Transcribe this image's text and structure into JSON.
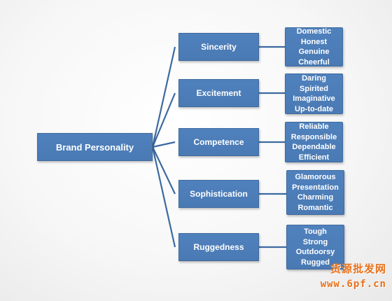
{
  "root": {
    "label": "Brand Personality"
  },
  "dimensions": [
    {
      "label": "Sincerity",
      "traits": [
        "Domestic",
        "Honest",
        "Genuine",
        "Cheerful"
      ]
    },
    {
      "label": "Excitement",
      "traits": [
        "Daring",
        "Spirited",
        "Imaginative",
        "Up-to-date"
      ]
    },
    {
      "label": "Competence",
      "traits": [
        "Reliable",
        "Responsible",
        "Dependable",
        "Efficient"
      ]
    },
    {
      "label": "Sophistication",
      "traits": [
        "Glamorous",
        "Presentation",
        "Charming",
        "Romantic"
      ]
    },
    {
      "label": "Ruggedness",
      "traits": [
        "Tough",
        "Strong",
        "Outdoorsy",
        "Rugged"
      ]
    }
  ],
  "watermark": {
    "line1": "货源批发网",
    "line2": "www.6pf.cn"
  },
  "colors": {
    "box_fill": "#4f81bd",
    "box_border": "#3f6a9e",
    "connector": "#3d6aa0",
    "watermark": "#e8721c"
  }
}
